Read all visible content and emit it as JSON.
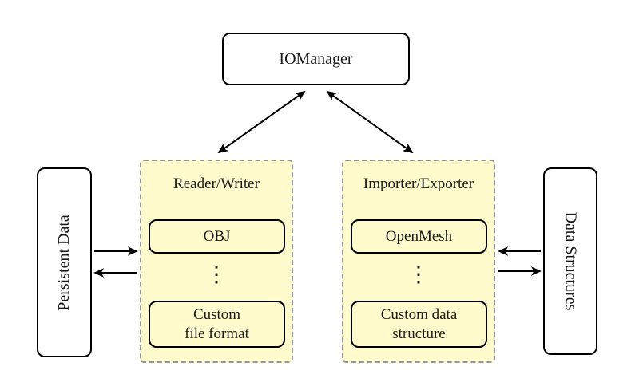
{
  "diagram": {
    "io_manager": {
      "label": "IOManager"
    },
    "persistent_data": {
      "label": "Persistent Data"
    },
    "data_structures": {
      "label": "Data Structures"
    },
    "reader_writer": {
      "title": "Reader/Writer",
      "item_top": "OBJ",
      "dots": "⋮",
      "item_bottom_line1": "Custom",
      "item_bottom_line2": "file format"
    },
    "importer_exporter": {
      "title": "Importer/Exporter",
      "item_top": "OpenMesh",
      "dots": "⋮",
      "item_bottom_line1": "Custom data",
      "item_bottom_line2": "structure"
    },
    "colors": {
      "group_fill": "#FFFBCC",
      "group_border": "#979797",
      "box_border": "#000000",
      "arrow": "#000000",
      "background": "#FFFFFF"
    }
  }
}
